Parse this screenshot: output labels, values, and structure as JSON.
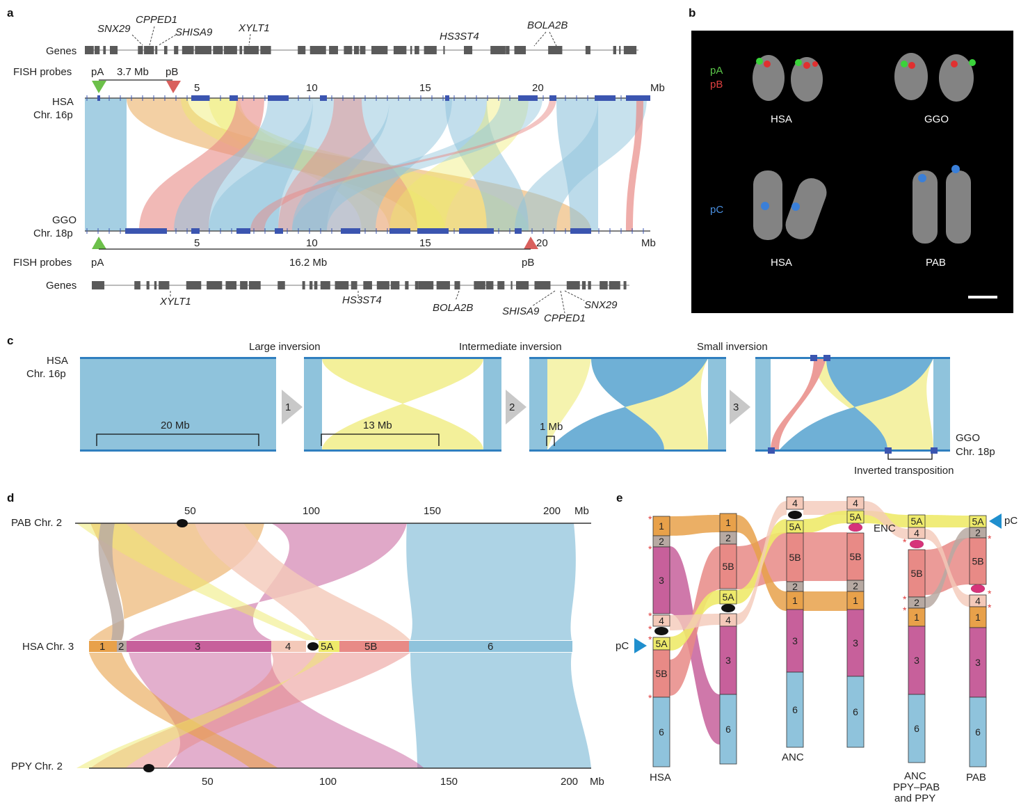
{
  "panels": {
    "a": "a",
    "b": "b",
    "c": "c",
    "d": "d",
    "e": "e"
  },
  "panel_a": {
    "genes_label": "Genes",
    "fish_label": "FISH probes",
    "hsa_line1": "HSA",
    "hsa_line2": "Chr. 16p",
    "ggo_line1": "GGO",
    "ggo_line2": "Chr. 18p",
    "probe_a": "pA",
    "probe_b": "pB",
    "dist_top": "3.7 Mb",
    "dist_bottom": "16.2 Mb",
    "unit": "Mb",
    "ticks": [
      "5",
      "10",
      "15",
      "20"
    ],
    "top_genes": [
      "SNX29",
      "CPPED1",
      "SHISA9",
      "XYLT1",
      "HS3ST4",
      "BOLA2B"
    ],
    "bottom_genes": [
      "XYLT1",
      "HS3ST4",
      "BOLA2B",
      "SHISA9",
      "CPPED1",
      "SNX29"
    ]
  },
  "panel_b": {
    "probe_a": "pA",
    "probe_b": "pB",
    "probe_c": "pC",
    "species": [
      "HSA",
      "GGO",
      "HSA",
      "PAB"
    ]
  },
  "panel_c": {
    "hsa_line1": "HSA",
    "hsa_line2": "Chr. 16p",
    "ggo_line1": "GGO",
    "ggo_line2": "Chr. 18p",
    "titles": [
      "Large inversion",
      "Intermediate inversion",
      "Small inversion"
    ],
    "steps": [
      "1",
      "2",
      "3"
    ],
    "sizes": [
      "20 Mb",
      "13 Mb",
      "1 Mb"
    ],
    "transposition": "Inverted transposition"
  },
  "panel_d": {
    "pab_label": "PAB Chr. 2",
    "hsa_label": "HSA Chr. 3",
    "ppy_label": "PPY Chr. 2",
    "unit": "Mb",
    "top_ticks": [
      "50",
      "100",
      "150",
      "200"
    ],
    "bottom_ticks": [
      "50",
      "100",
      "150",
      "200"
    ],
    "segments": [
      "1",
      "2",
      "3",
      "4",
      "5A",
      "5B",
      "6"
    ]
  },
  "panel_e": {
    "columns": [
      "HSA",
      "ANC",
      "ANC\nPPY–PAB\nand PPY",
      "PAB"
    ],
    "col_names": {
      "hsa": "HSA",
      "anc": "ANC",
      "anc2_l1": "ANC",
      "anc2_l2": "PPY–PAB",
      "anc2_l3": "and PPY",
      "pab": "PAB"
    },
    "probe_c": "pC",
    "enc": "ENC",
    "segments": [
      "1",
      "2",
      "3",
      "4",
      "5A",
      "5B",
      "6"
    ]
  },
  "colors": {
    "blue": "#8fc3dc",
    "chrom_blue": "#2f7fbf",
    "yellow": "#eeea6a",
    "orange": "#e8a14a",
    "pink": "#e88a86",
    "magenta": "#c7609b",
    "lightpink": "#f4c9b9",
    "grey": "#b7a9a2",
    "block": "#3b55b0"
  }
}
